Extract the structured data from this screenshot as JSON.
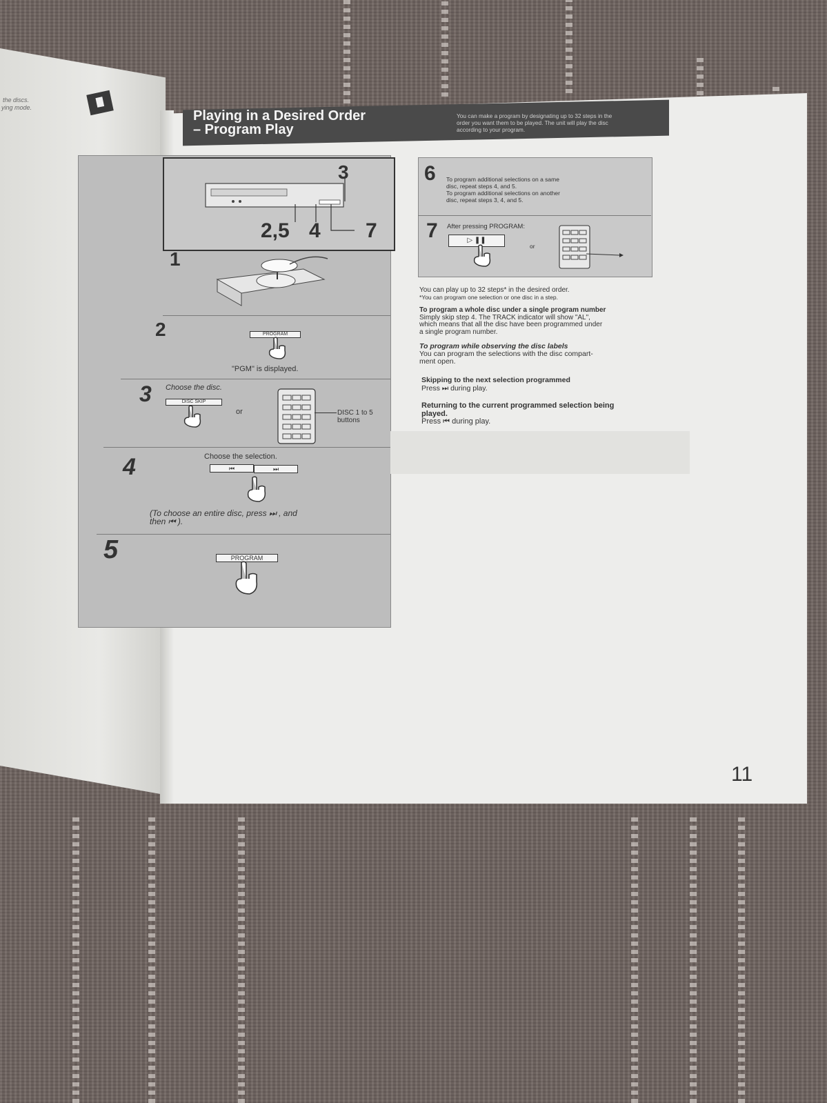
{
  "left_page": {
    "text_line1": "the discs.",
    "text_line2": "ying mode."
  },
  "header": {
    "title_line1": "Playing in a Desired Order",
    "title_line2": "– Program Play",
    "intro": "You can make a program by designating up to 32 steps in the order you want them to be played. The unit will play the disc according to your program."
  },
  "diagram_top": {
    "label_top": "3",
    "label_bottom_left": "2,5",
    "label_bottom_mid": "4",
    "label_bottom_right": "7"
  },
  "steps": [
    {
      "num": "1"
    },
    {
      "num": "2",
      "button": "PROGRAM",
      "caption": "\"PGM\" is displayed."
    },
    {
      "num": "3",
      "instruction": "Choose the disc.",
      "button": "DISC SKIP",
      "or": "or",
      "side_label_1": "DISC 1 to 5",
      "side_label_2": "buttons"
    },
    {
      "num": "4",
      "instruction": "Choose the selection.",
      "note_line1": "(To choose an entire disc, press ⏭ , and",
      "note_line2": "then ⏮ )."
    },
    {
      "num": "5",
      "button": "PROGRAM"
    }
  ],
  "right_steps": {
    "step6_num": "6",
    "step6_text_1": "To program additional selections on a same",
    "step6_text_2": "disc, repeat steps 4, and 5.",
    "step6_text_3": "To program additional selections on another",
    "step6_text_4": "disc, repeat steps 3, 4, and 5.",
    "step7_num": "7",
    "step7_text": "After pressing PROGRAM:",
    "step7_or": "or"
  },
  "notes": {
    "line1": "You can play up to 32 steps* in the desired order.",
    "line2": "*You can program one selection or one disc in a step.",
    "whole_disc_heading": "To program a whole disc under a single program number",
    "whole_disc_1": "Simply skip step 4. The TRACK indicator will show \"AL\",",
    "whole_disc_2": "which means that all the disc have been programmed under",
    "whole_disc_3": "a single program number.",
    "labels_heading": "To program while observing the disc labels",
    "labels_1": "You can program the selections with the disc compart-",
    "labels_2": "ment open.",
    "skip_heading": "Skipping to the next selection programmed",
    "skip_text": "Press ⏭ during play.",
    "return_heading_1": "Returning to the current programmed selection being",
    "return_heading_2": "played.",
    "return_text": "Press ⏮ during play."
  },
  "page_number": "11"
}
